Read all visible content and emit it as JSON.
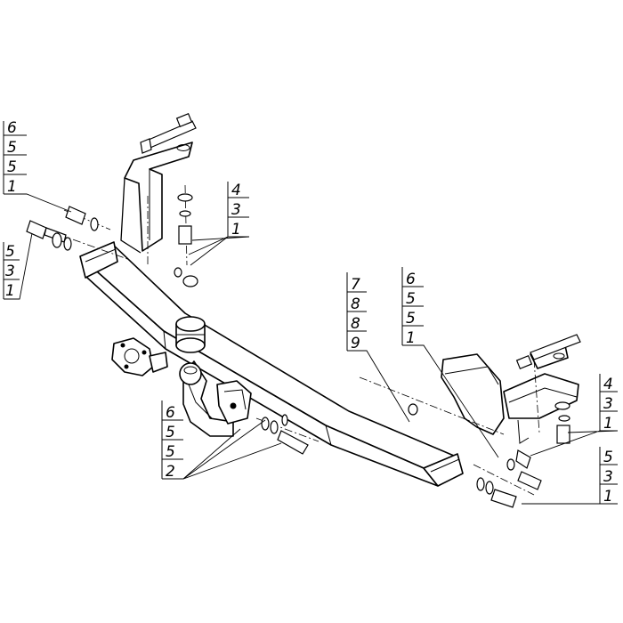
{
  "callouts": [
    {
      "id": "top-left",
      "numbers": [
        "6",
        "5",
        "5",
        "1"
      ]
    },
    {
      "id": "left",
      "numbers": [
        "5",
        "3",
        "1"
      ]
    },
    {
      "id": "center-left",
      "numbers": [
        "4",
        "3",
        "1"
      ]
    },
    {
      "id": "center",
      "numbers": [
        "7",
        "8",
        "8",
        "9"
      ]
    },
    {
      "id": "center-right",
      "numbers": [
        "6",
        "5",
        "5",
        "1"
      ]
    },
    {
      "id": "right-top",
      "numbers": [
        "4",
        "3",
        "1"
      ]
    },
    {
      "id": "right-bottom",
      "numbers": [
        "5",
        "3",
        "1"
      ]
    },
    {
      "id": "bottom-left",
      "numbers": [
        "6",
        "5",
        "5",
        "2"
      ]
    }
  ]
}
